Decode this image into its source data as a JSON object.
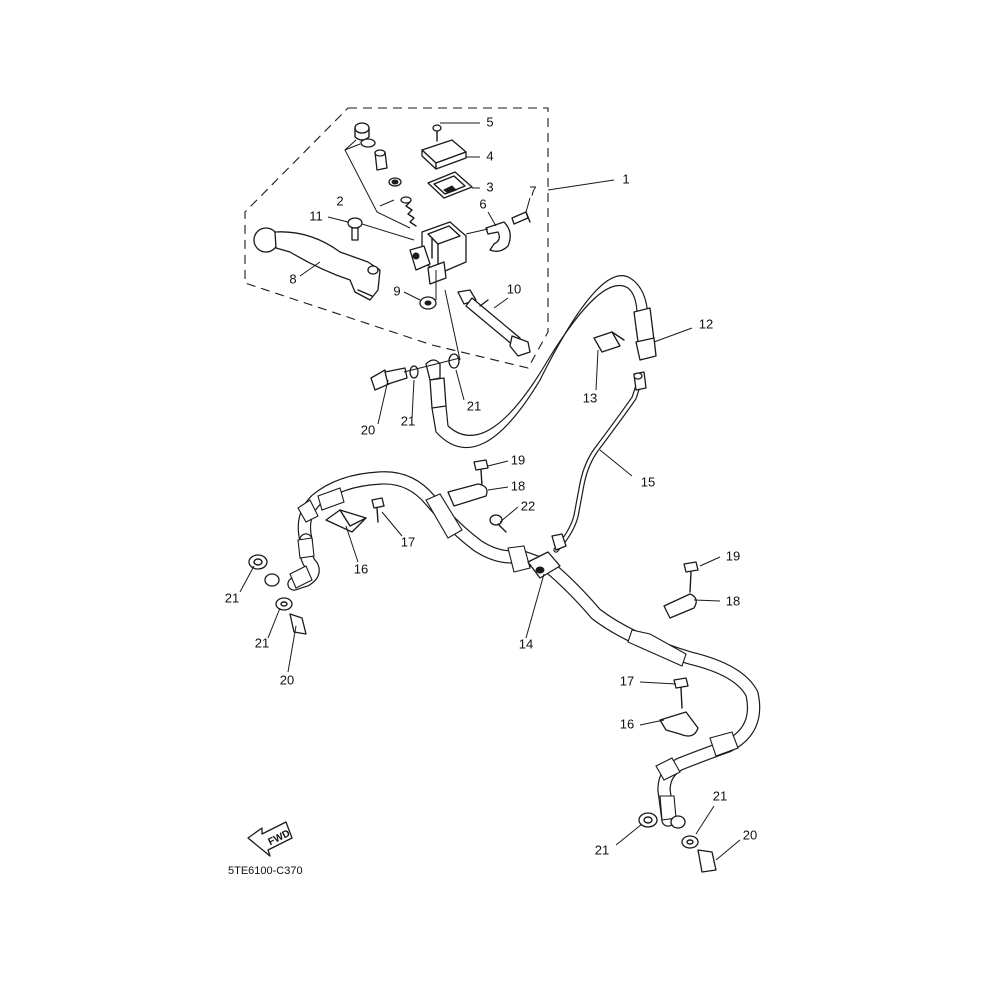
{
  "diagram": {
    "code": "5TE6100-C370",
    "fwd_label": "FWD",
    "callouts": [
      {
        "id": "c1",
        "text": "1"
      },
      {
        "id": "c2",
        "text": "2"
      },
      {
        "id": "c3",
        "text": "3"
      },
      {
        "id": "c4",
        "text": "4"
      },
      {
        "id": "c5",
        "text": "5"
      },
      {
        "id": "c6",
        "text": "6"
      },
      {
        "id": "c7",
        "text": "7"
      },
      {
        "id": "c8",
        "text": "8"
      },
      {
        "id": "c9",
        "text": "9"
      },
      {
        "id": "c10",
        "text": "10"
      },
      {
        "id": "c11",
        "text": "11"
      },
      {
        "id": "c12",
        "text": "12"
      },
      {
        "id": "c13",
        "text": "13"
      },
      {
        "id": "c14",
        "text": "14"
      },
      {
        "id": "c15",
        "text": "15"
      },
      {
        "id": "c16a",
        "text": "16"
      },
      {
        "id": "c16b",
        "text": "16"
      },
      {
        "id": "c17a",
        "text": "17"
      },
      {
        "id": "c17b",
        "text": "17"
      },
      {
        "id": "c18a",
        "text": "18"
      },
      {
        "id": "c18b",
        "text": "18"
      },
      {
        "id": "c19a",
        "text": "19"
      },
      {
        "id": "c19b",
        "text": "19"
      },
      {
        "id": "c20a",
        "text": "20"
      },
      {
        "id": "c20b",
        "text": "20"
      },
      {
        "id": "c20c",
        "text": "20"
      },
      {
        "id": "c21a",
        "text": "21"
      },
      {
        "id": "c21b",
        "text": "21"
      },
      {
        "id": "c21c",
        "text": "21"
      },
      {
        "id": "c21d",
        "text": "21"
      },
      {
        "id": "c21e",
        "text": "21"
      },
      {
        "id": "c21f",
        "text": "21"
      },
      {
        "id": "c22",
        "text": "22"
      }
    ]
  }
}
